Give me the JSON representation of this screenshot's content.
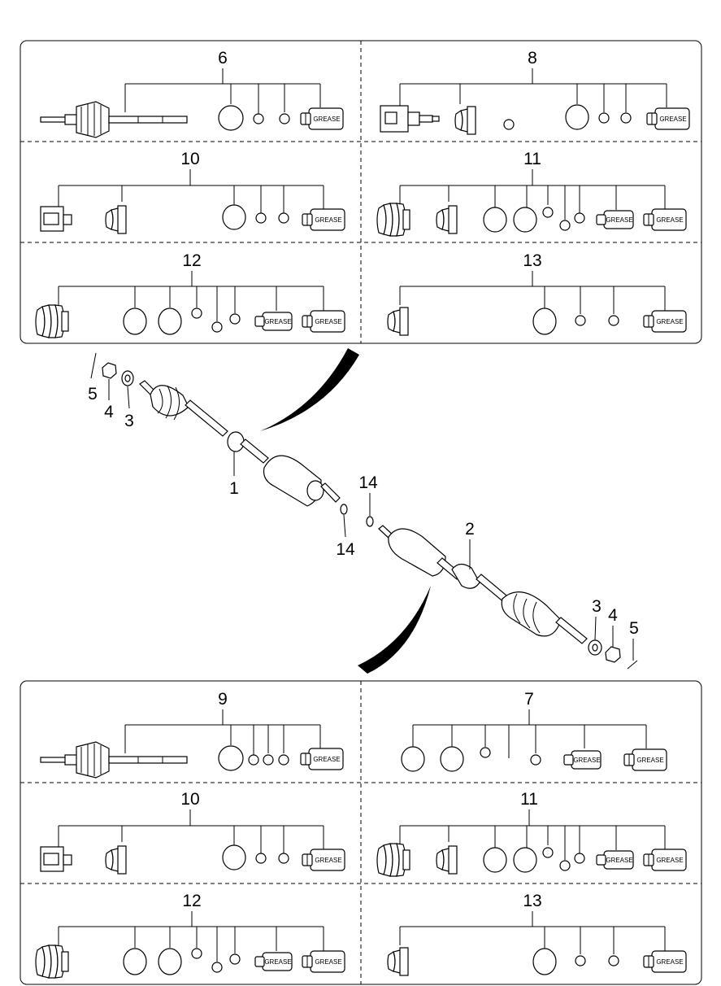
{
  "grease_label": "GREASE",
  "top_panel": {
    "kits": [
      {
        "ref": "6"
      },
      {
        "ref": "8"
      },
      {
        "ref": "10"
      },
      {
        "ref": "11"
      },
      {
        "ref": "12"
      },
      {
        "ref": "13"
      }
    ]
  },
  "bottom_panel": {
    "kits": [
      {
        "ref": "9"
      },
      {
        "ref": "7"
      },
      {
        "ref": "10"
      },
      {
        "ref": "11"
      },
      {
        "ref": "12"
      },
      {
        "ref": "13"
      }
    ]
  },
  "callouts": {
    "upper_left": [
      "5",
      "4",
      "3"
    ],
    "shaft_left": "1",
    "washer_upper": "14",
    "washer_lower": "14",
    "shaft_right": "2",
    "lower_right": [
      "3",
      "4",
      "5"
    ]
  }
}
